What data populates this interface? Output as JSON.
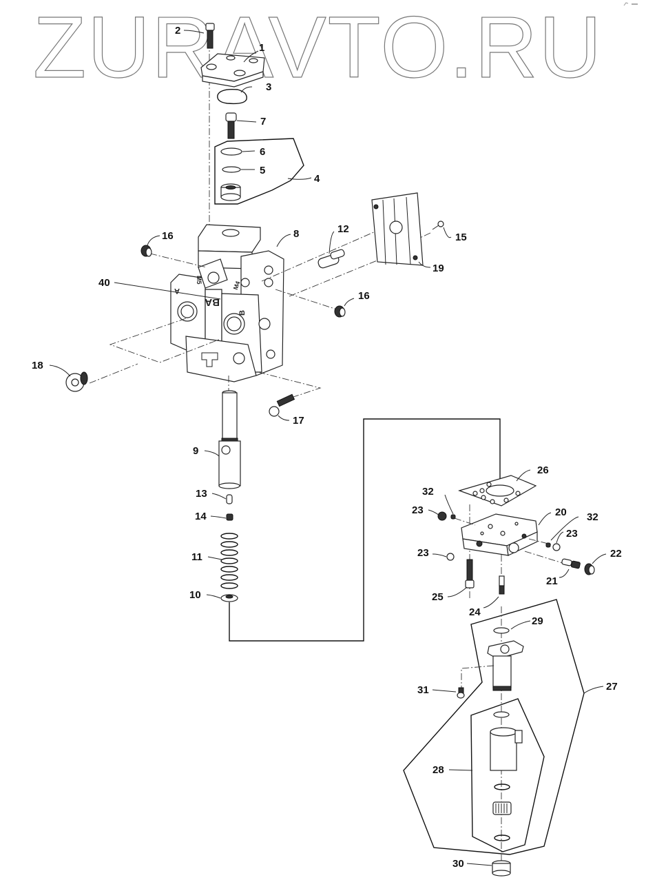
{
  "watermark": "ZURAVTO.RU",
  "corner_mark": "corner-logo",
  "diagram": {
    "title": "Valve section exploded view",
    "block_letters": {
      "a_left": "A",
      "ba": "BA",
      "b_right": "B",
      "m5": "M5",
      "m4": "M4"
    },
    "labels": [
      {
        "id": "1",
        "text": "1"
      },
      {
        "id": "2",
        "text": "2"
      },
      {
        "id": "3",
        "text": "3"
      },
      {
        "id": "4",
        "text": "4"
      },
      {
        "id": "5",
        "text": "5"
      },
      {
        "id": "6",
        "text": "6"
      },
      {
        "id": "7",
        "text": "7"
      },
      {
        "id": "8",
        "text": "8"
      },
      {
        "id": "9",
        "text": "9"
      },
      {
        "id": "10",
        "text": "10"
      },
      {
        "id": "11",
        "text": "11"
      },
      {
        "id": "12",
        "text": "12"
      },
      {
        "id": "13",
        "text": "13"
      },
      {
        "id": "14",
        "text": "14"
      },
      {
        "id": "15",
        "text": "15"
      },
      {
        "id": "16a",
        "text": "16"
      },
      {
        "id": "16b",
        "text": "16"
      },
      {
        "id": "17",
        "text": "17"
      },
      {
        "id": "18",
        "text": "18"
      },
      {
        "id": "19",
        "text": "19"
      },
      {
        "id": "20",
        "text": "20"
      },
      {
        "id": "21",
        "text": "21"
      },
      {
        "id": "22",
        "text": "22"
      },
      {
        "id": "23a",
        "text": "23"
      },
      {
        "id": "23b",
        "text": "23"
      },
      {
        "id": "23c",
        "text": "23"
      },
      {
        "id": "24",
        "text": "24"
      },
      {
        "id": "25",
        "text": "25"
      },
      {
        "id": "26",
        "text": "26"
      },
      {
        "id": "27",
        "text": "27"
      },
      {
        "id": "28",
        "text": "28"
      },
      {
        "id": "29",
        "text": "29"
      },
      {
        "id": "30",
        "text": "30"
      },
      {
        "id": "31",
        "text": "31"
      },
      {
        "id": "32a",
        "text": "32"
      },
      {
        "id": "32b",
        "text": "32"
      },
      {
        "id": "40",
        "text": "40"
      }
    ]
  }
}
